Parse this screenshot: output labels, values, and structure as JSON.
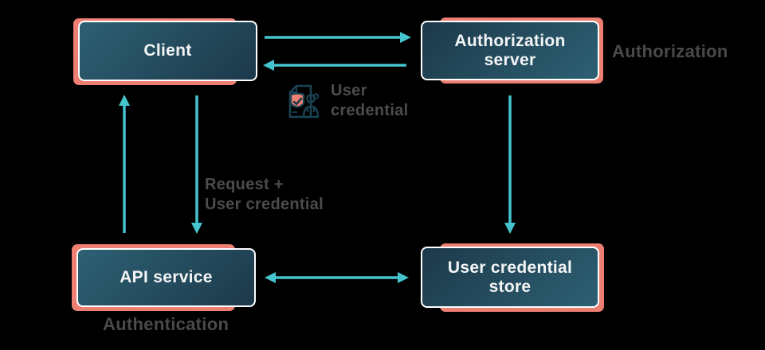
{
  "diagram": {
    "nodes": {
      "client": {
        "label": "Client"
      },
      "auth_server": {
        "label": "Authorization\nserver"
      },
      "api_service": {
        "label": "API service"
      },
      "credential_store": {
        "label": "User credential\nstore"
      }
    },
    "edge_labels": {
      "user_credential": "User\ncredential",
      "request_user_credential": "Request +\nUser credential"
    },
    "annotations": {
      "authorization": "Authorization",
      "authentication": "Authentication"
    },
    "edges": [
      {
        "from": "client",
        "to": "auth_server",
        "direction": "right"
      },
      {
        "from": "auth_server",
        "to": "client",
        "direction": "left",
        "label": "User credential"
      },
      {
        "from": "client",
        "to": "api_service",
        "direction": "down",
        "label": "Request + User credential"
      },
      {
        "from": "api_service",
        "to": "client",
        "direction": "up"
      },
      {
        "from": "auth_server",
        "to": "credential_store",
        "direction": "down"
      },
      {
        "from": "api_service",
        "to": "credential_store",
        "direction": "both"
      }
    ],
    "icons": {
      "user_credential_icon": "document-with-shield-check-and-person"
    },
    "colors": {
      "background": "#000000",
      "arrow": "#45c4cd",
      "node_shadow": "#ec7f72",
      "node_border": "#ffffff",
      "node_fill_light": "#2d6073",
      "node_fill_dark": "#1c394a",
      "node_text": "#f3f5f6",
      "label_text": "#4c4c4c",
      "icon_outline": "#1b4354",
      "icon_shield": "#ee8073"
    }
  }
}
